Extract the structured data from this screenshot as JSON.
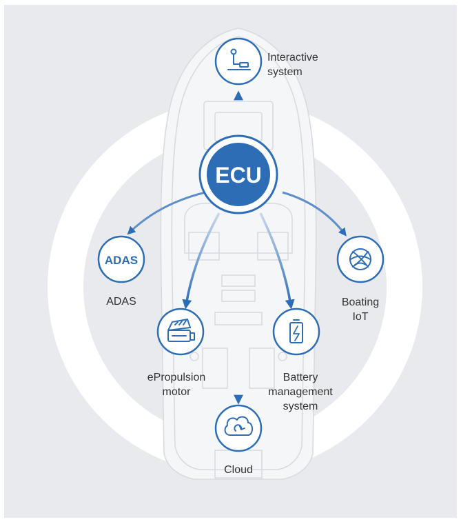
{
  "center": {
    "label": "ECU"
  },
  "nodes": {
    "interactive": {
      "label_lines": [
        "Interactive",
        "system"
      ],
      "icon": "joystick-icon"
    },
    "adas": {
      "badge": "ADAS",
      "label_lines": [
        "ADAS"
      ],
      "icon": "adas-text-icon"
    },
    "iot": {
      "label_lines": [
        "Boating",
        "IoT"
      ],
      "icon": "globe-icon"
    },
    "epropulsion": {
      "label_lines": [
        "ePropulsion",
        "motor"
      ],
      "icon": "motor-icon"
    },
    "battery": {
      "label_lines": [
        "Battery",
        "management",
        "system"
      ],
      "icon": "battery-icon"
    },
    "cloud": {
      "label_lines": [
        "Cloud"
      ],
      "icon": "cloud-icon"
    }
  },
  "colors": {
    "accent": "#2d6db5",
    "accent_light": "#a8c2e4",
    "background": "#e8eaed",
    "ring": "#ffffff"
  }
}
